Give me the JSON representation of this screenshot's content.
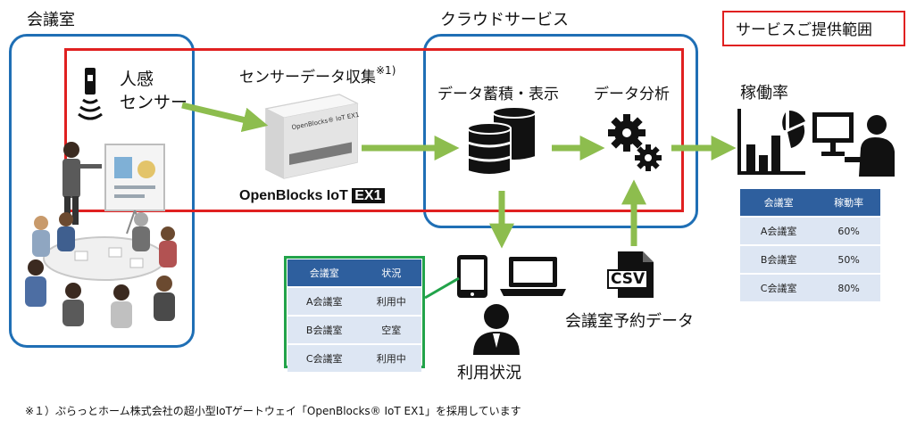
{
  "labels": {
    "meeting_room": "会議室",
    "cloud_service": "クラウドサービス",
    "service_scope": "サービスご提供範囲",
    "human_sensor": "人感\nセンサー",
    "sensor_collect": "センサーデータ収集",
    "sensor_collect_note": "※1)",
    "data_store": "データ蓄積・表示",
    "data_analysis": "データ分析",
    "utilization": "稼働率",
    "device_brand": "OpenBlocks IoT",
    "device_model": "EX1",
    "device_face": "OpenBlocks® IoT EX1",
    "csv": "CSV",
    "reservation_data": "会議室予約データ",
    "usage_status": "利用状況"
  },
  "status_table": {
    "headers": [
      "会議室",
      "状況"
    ],
    "rows": [
      [
        "A会議室",
        "利用中"
      ],
      [
        "B会議室",
        "空室"
      ],
      [
        "C会議室",
        "利用中"
      ]
    ]
  },
  "rate_table": {
    "headers": [
      "会議室",
      "稼動率"
    ],
    "rows": [
      [
        "A会議室",
        "60%"
      ],
      [
        "B会議室",
        "50%"
      ],
      [
        "C会議室",
        "80%"
      ]
    ]
  },
  "footnote": "※１）ぷらっとホーム株式会社の超小型IoTゲートウェイ「OpenBlocks® IoT EX1」を採用しています",
  "colors": {
    "blue_border": "#1f6fb5",
    "red_border": "#e02020",
    "green_arrow": "#8dbd4e",
    "green_table_border": "#22a34a",
    "table_header": "#2e5f9e",
    "table_row": "#dde6f3"
  }
}
